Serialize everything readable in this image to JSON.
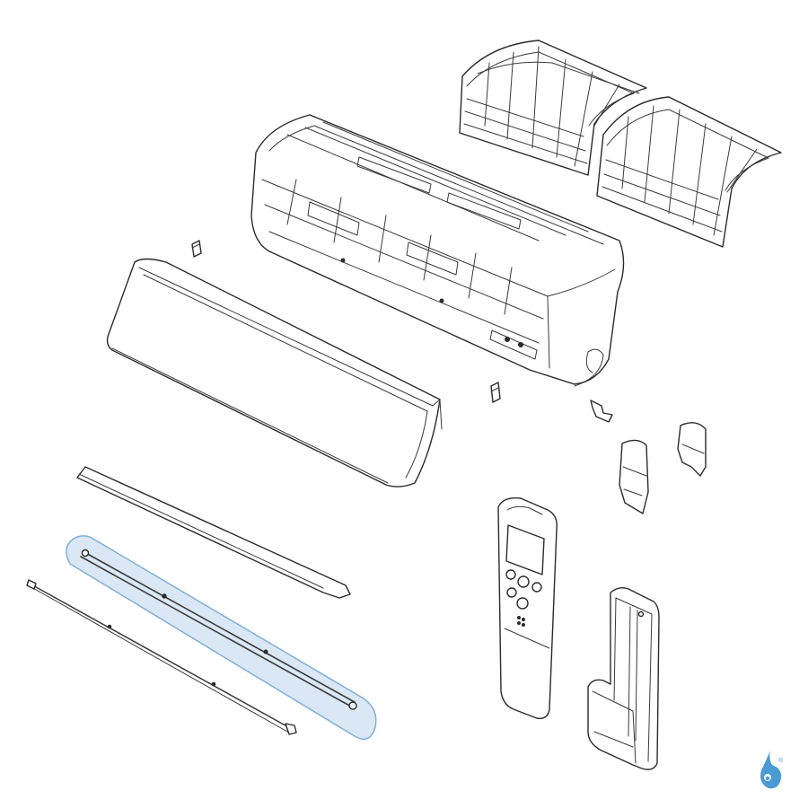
{
  "diagram": {
    "parts": [
      {
        "id": "air-filter-left",
        "icon": "mesh-filter"
      },
      {
        "id": "air-filter-right",
        "icon": "mesh-filter"
      },
      {
        "id": "indoor-unit-chassis",
        "icon": "chassis"
      },
      {
        "id": "front-panel",
        "icon": "panel"
      },
      {
        "id": "panel-hinge-left",
        "icon": "clip"
      },
      {
        "id": "panel-hinge-right",
        "icon": "clip"
      },
      {
        "id": "bracket-clip",
        "icon": "clip"
      },
      {
        "id": "side-cover-left",
        "icon": "cover"
      },
      {
        "id": "side-cover-right",
        "icon": "cover"
      },
      {
        "id": "horizontal-louver",
        "icon": "blade"
      },
      {
        "id": "louver-shaft",
        "icon": "rod",
        "highlighted": true
      },
      {
        "id": "louver-linkage-rod",
        "icon": "rod"
      },
      {
        "id": "remote-control",
        "icon": "remote"
      },
      {
        "id": "remote-holder",
        "icon": "holder"
      }
    ],
    "highlight_color": "#96BEE1",
    "highlight_border_color": "#7FB0D8",
    "line_color": "#2B2B2B"
  },
  "brand": {
    "mark_text": "®",
    "icon": "water-drop-logo",
    "color": "#4A9AD4"
  }
}
